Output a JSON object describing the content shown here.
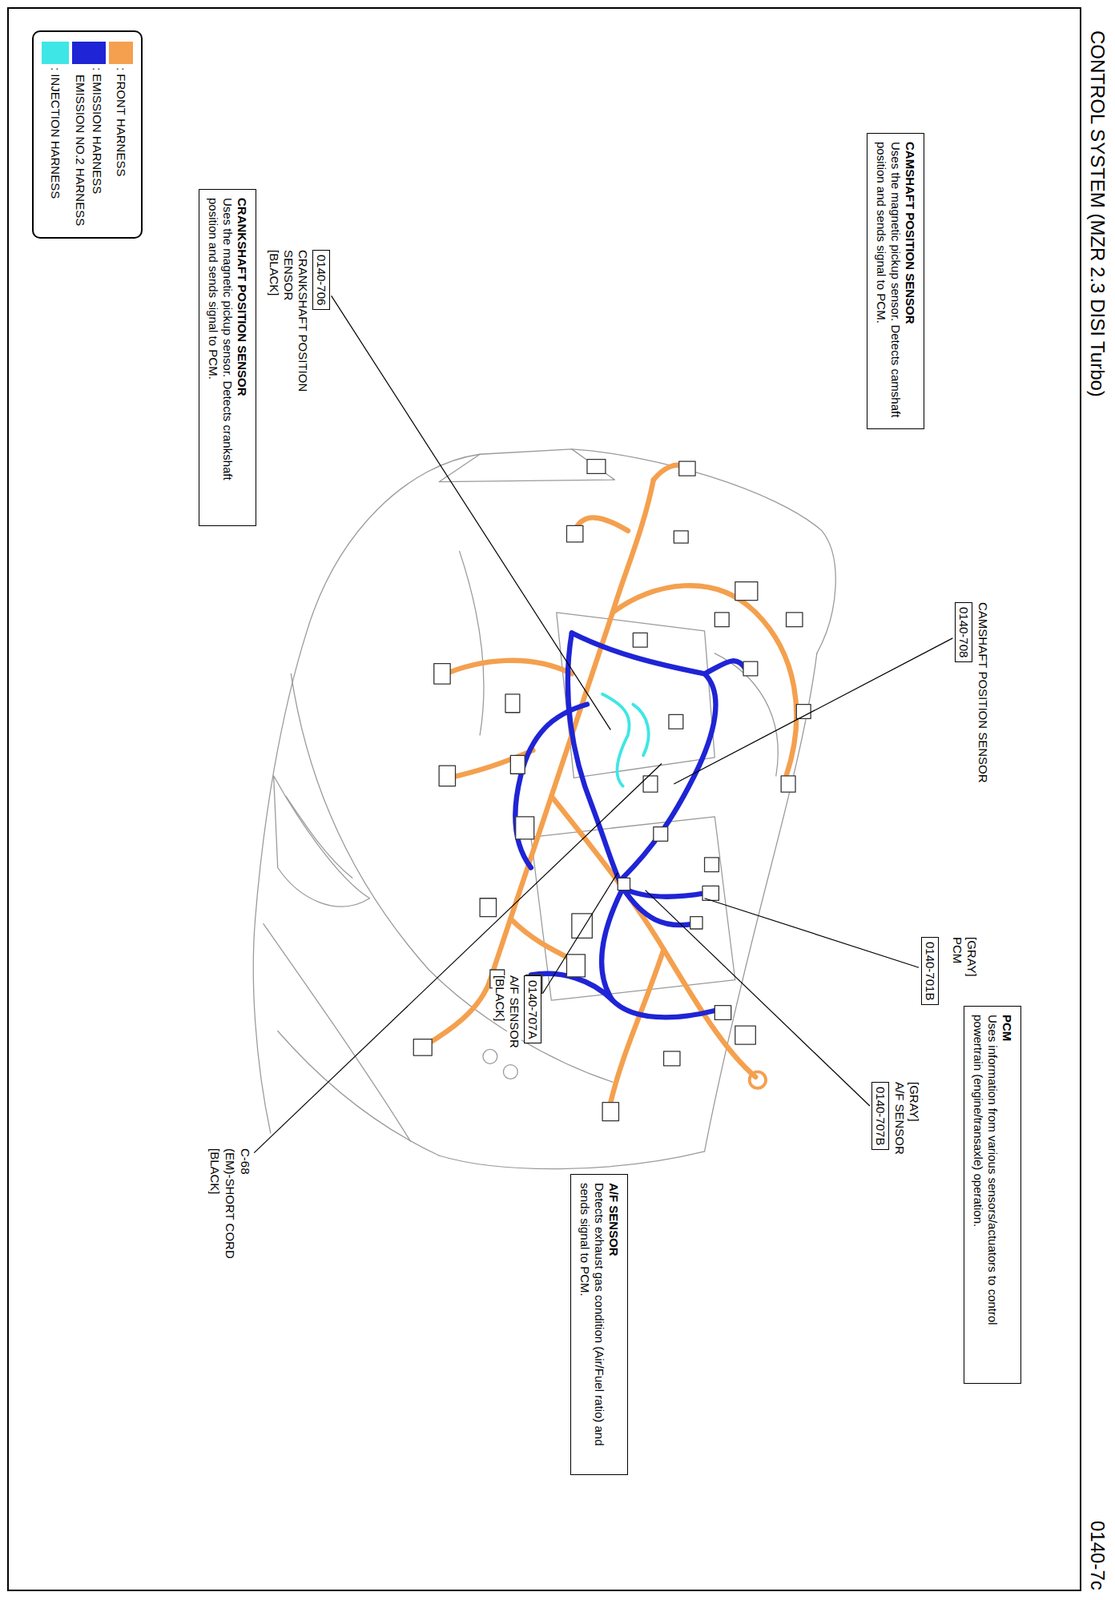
{
  "diagram": {
    "title": "CONTROL SYSTEM (MZR 2.3 DISI Turbo)",
    "nodes": [
      {
        "text": [
          "CAMSHAFT POSITION SENSOR",
          "Uses the magnetic pickup sensor. Detects camshaft position and sends signal to PCM."
        ]
      },
      {
        "text": [
          "CAMSHAFT POSITION SENSOR",
          "0140-708"
        ]
      },
      {
        "text": [
          "PCM",
          "Uses information from various sensors/actuators to control powertrain (engine/transaxle) operation."
        ]
      },
      {
        "text": [
          "[GRAY]",
          "PCM",
          "0140-701B"
        ]
      },
      {
        "text": [
          "[GRAY]",
          "A/F SENSOR",
          "0140-707B"
        ]
      },
      {
        "text": [
          "A/F SENSOR",
          "Detects exhaust gas condition (Air/Fuel ratio) and sends signal to PCM."
        ]
      },
      {
        "text": [
          "0140-707A",
          "A/F SENSOR",
          "[BLACK]"
        ]
      },
      {
        "text": [
          "0140-706",
          "CRANKSHAFT POSITION SENSOR",
          "[BLACK]"
        ]
      },
      {
        "text": [
          "CRANKSHAFT POSITION SENSOR",
          "Uses the magnetic pickup sensor. Detects crankshaft position and sends signal to PCM."
        ]
      }
    ],
    "labels": [
      "0140-7c",
      "C-68",
      "(EM)-SHORT CORD",
      "[BLACK]"
    ],
    "legend": [
      {
        "text": ": FRONT HARNESS",
        "color": "#f4a04e"
      },
      {
        "text": ": EMISSION HARNESS",
        "color": "#1f24d6"
      },
      {
        "text": "EMISSION NO.2 HARNESS",
        "color": "#1f24d6"
      },
      {
        "text": ": INJECTION HARNESS",
        "color": "#3fe6e6"
      }
    ]
  }
}
